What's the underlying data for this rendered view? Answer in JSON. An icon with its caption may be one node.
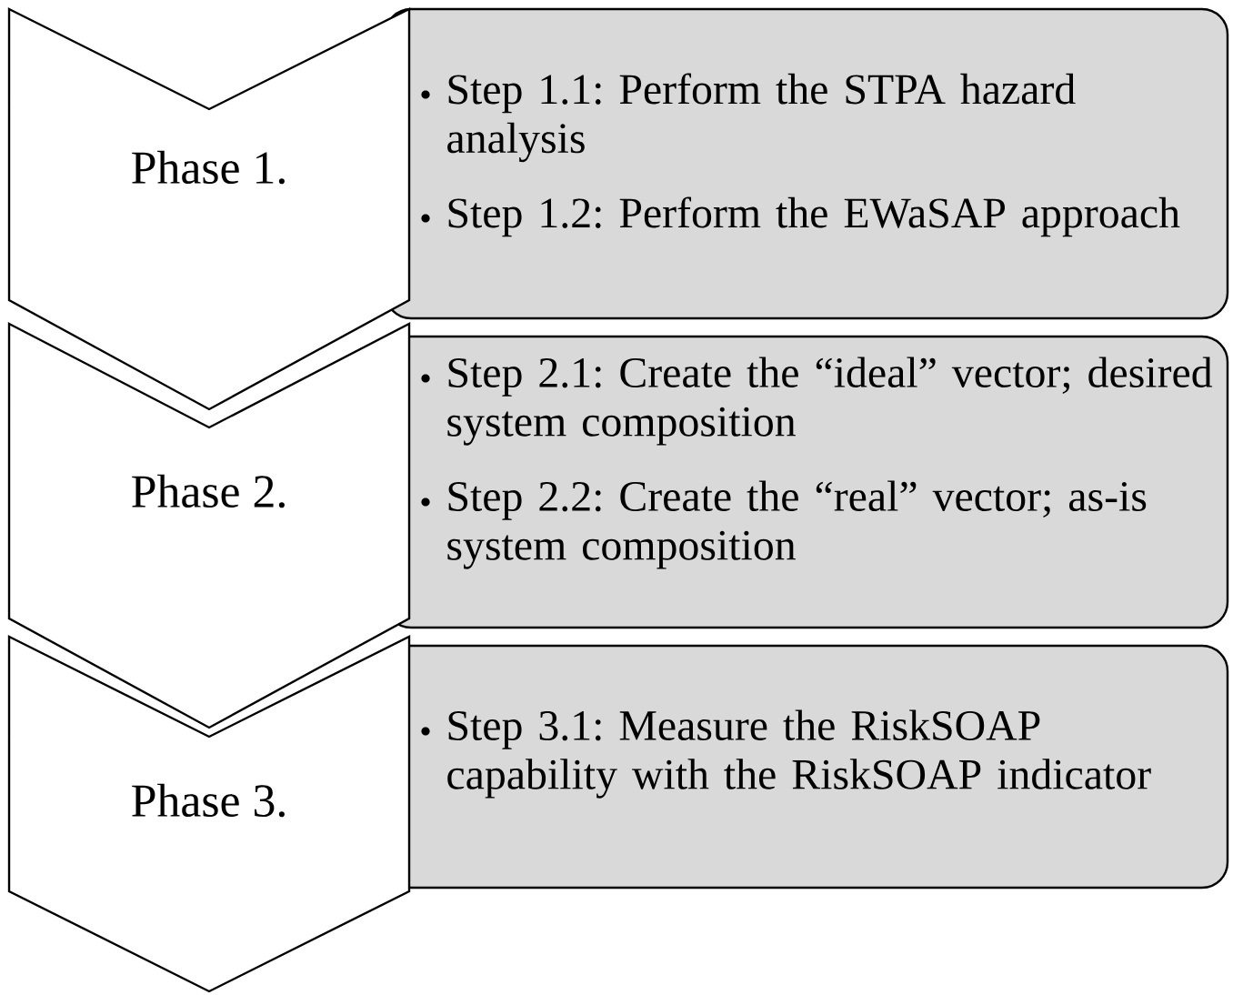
{
  "diagram": {
    "nodes": [
      {
        "text": [
          "Phase 1."
        ]
      },
      {
        "text": [
          "Step 1.1: Perform the STPA hazard analysis",
          "Step 1.2: Perform the EWaSAP approach"
        ]
      },
      {
        "text": [
          "Phase 2."
        ]
      },
      {
        "text": [
          "Step 2.1: Create the “ideal” vector; desired system composition",
          "Step 2.2: Create the “real” vector; as-is system composition"
        ]
      },
      {
        "text": [
          "Phase 3."
        ]
      },
      {
        "text": [
          "Step 3.1: Measure the RiskSOAP capability with the RiskSOAP indicator"
        ]
      }
    ]
  }
}
